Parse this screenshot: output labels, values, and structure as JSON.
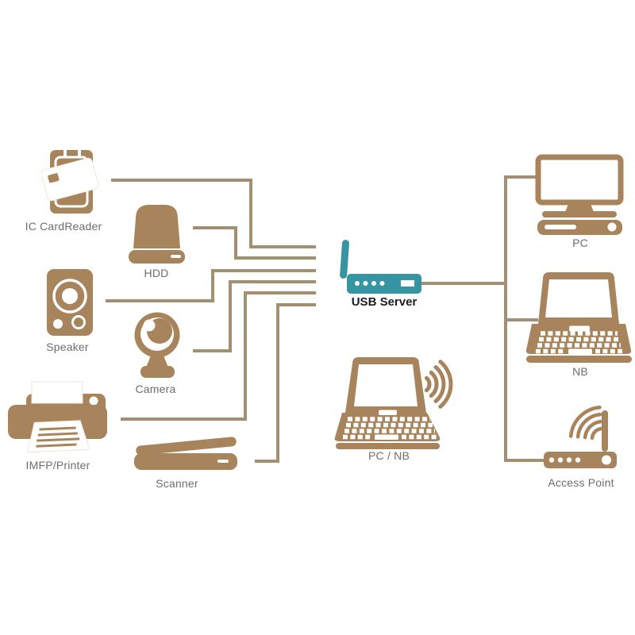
{
  "diagram": {
    "background": "#ffffff",
    "colors": {
      "device_icon": "#A8845C",
      "connector_line": "#A29070",
      "usb_server_icon": "#3794A3",
      "label_text": "#6E6E6E",
      "usb_server_label_text": "#1C1C26"
    },
    "hub": {
      "icon": "usb-server-icon",
      "label": "USB Server"
    },
    "peripherals": [
      {
        "icon": "ic-cardreader-icon",
        "label": "IC CardReader"
      },
      {
        "icon": "hdd-icon",
        "label": "HDD"
      },
      {
        "icon": "speaker-icon",
        "label": "Speaker"
      },
      {
        "icon": "camera-icon",
        "label": "Camera"
      },
      {
        "icon": "printer-icon",
        "label": "IMFP/Printer"
      },
      {
        "icon": "scanner-icon",
        "label": "Scanner"
      }
    ],
    "clients": [
      {
        "icon": "desktop-pc-icon",
        "label": "PC"
      },
      {
        "icon": "notebook-icon",
        "label": "NB"
      },
      {
        "icon": "wireless-notebook-icon",
        "label": "PC / NB"
      },
      {
        "icon": "access-point-icon",
        "label": "Access Point"
      }
    ]
  }
}
